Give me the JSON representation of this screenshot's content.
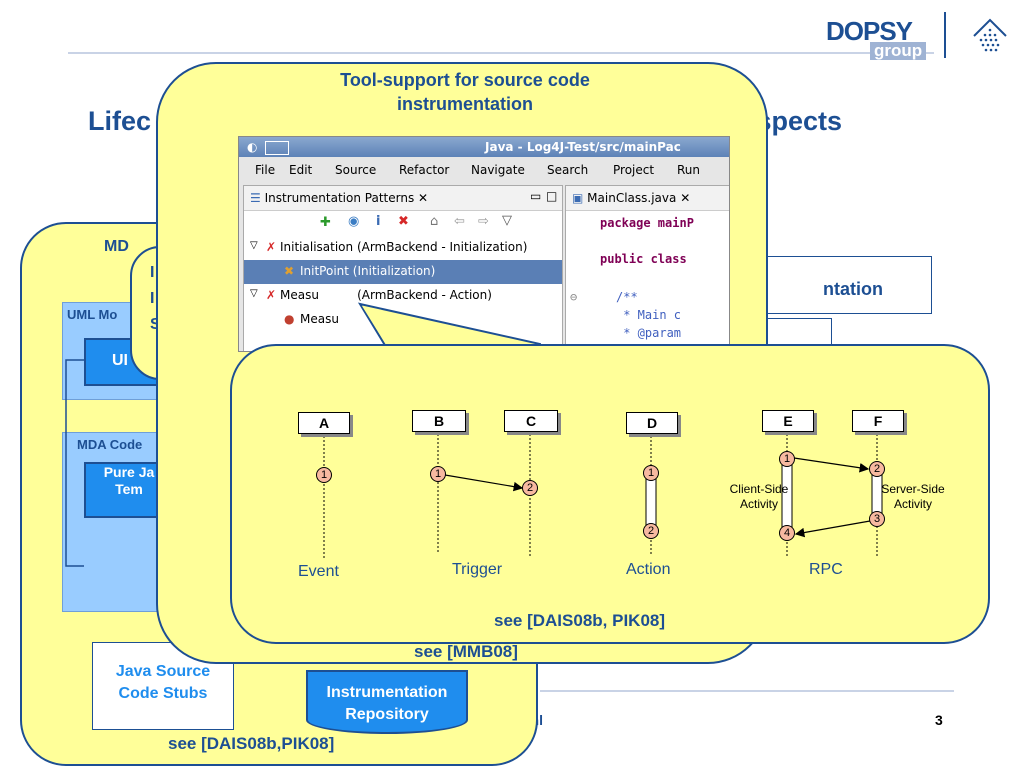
{
  "header": {
    "logo_main": "DOPSY",
    "logo_sub": "group",
    "title_left": "Lifec",
    "title_right": "Aspects"
  },
  "footer": {
    "author_fragment": "uhl",
    "page_number": "3"
  },
  "background_bubble": {
    "heading": "MD",
    "uml_model_label": "UML Mo",
    "uml_box": "UI",
    "mda_code_label": "MDA Code",
    "pure_java_box": "Pure Ja\nTem",
    "partial_text_lines": [
      "I",
      "I",
      "S"
    ],
    "reference": "see [DAIS08b,PIK08]"
  },
  "java_stubs": "Java Source Code Stubs",
  "instrumentation_repository": "Instrumentation Repository",
  "right_box_fragment": "ntation",
  "tool_bubble": {
    "heading": "Tool-support for source code instrumentation",
    "reference": "see [MMB08]"
  },
  "eclipse": {
    "window_title": "Java - Log4J-Test/src/mainPac",
    "menu": [
      "File",
      "Edit",
      "Source",
      "Refactor",
      "Navigate",
      "Search",
      "Project",
      "Run"
    ],
    "view_tab": "Instrumentation Patterns",
    "tree": [
      "Initialisation (ArmBackend - Initialization)",
      "InitPoint (Initialization)",
      "Measu          (ArmBackend - Action)",
      "Measu"
    ],
    "editor_tab": "MainClass.java",
    "code": [
      "package mainP",
      "public class",
      "/**",
      " * Main c",
      " * @param"
    ]
  },
  "diagram": {
    "lanes": [
      "A",
      "B",
      "C",
      "D",
      "E",
      "F"
    ],
    "numbers": [
      "1",
      "1",
      "2",
      "1",
      "2",
      "1",
      "2",
      "3",
      "4"
    ],
    "captions": [
      "Event",
      "Trigger",
      "Action",
      "RPC"
    ],
    "client_side": "Client-Side Activity",
    "server_side": "Server-Side Activity",
    "reference": "see [DAIS08b, PIK08]"
  },
  "colors": {
    "bubble_fill": "#ffff99",
    "accent_blue": "#1d4f93",
    "light_blue": "#99ccff",
    "mid_blue": "#1f8dee"
  }
}
